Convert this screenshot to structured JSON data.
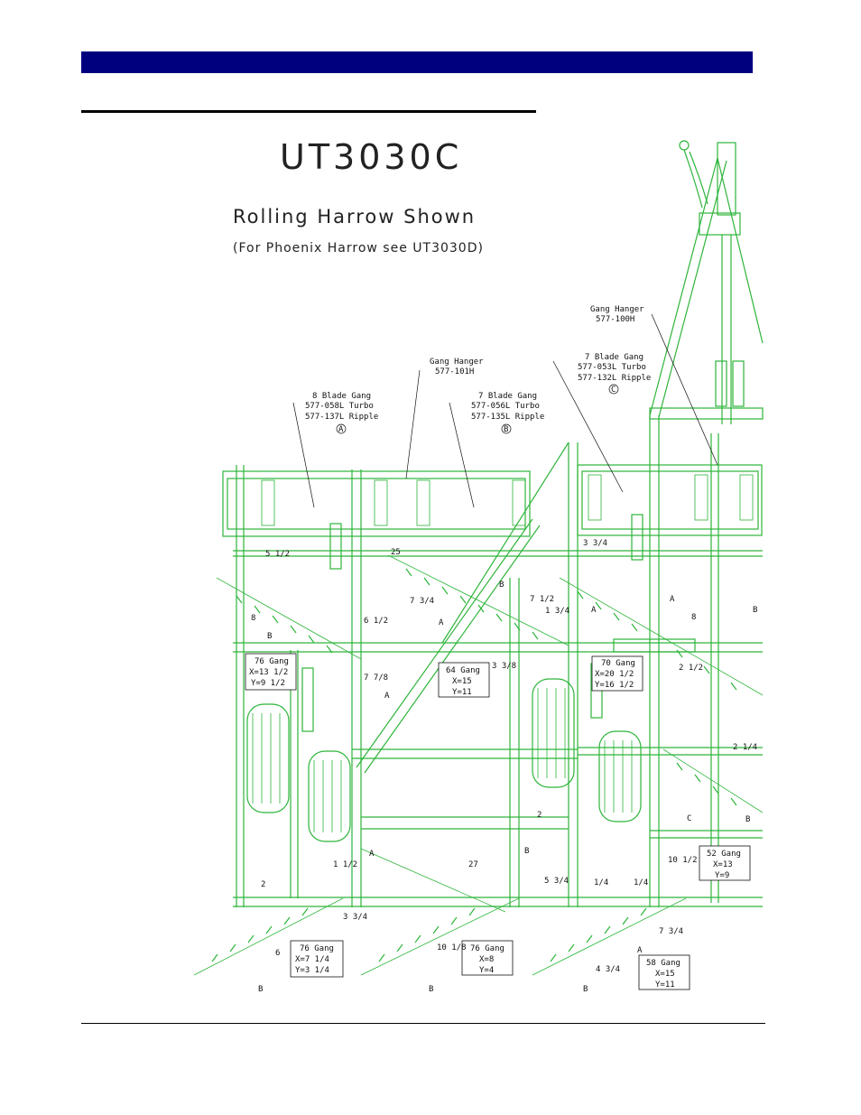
{
  "header": {
    "bar_color": "#00007f"
  },
  "drawing": {
    "model": "UT3030C",
    "subtitle": "Rolling Harrow Shown",
    "note": "(For Phoenix Harrow see UT3030D)",
    "line_color": "#2db53a",
    "callouts": {
      "gang_hanger_right": {
        "line1": "Gang Hanger",
        "line2": "577-100H"
      },
      "gang_hanger_mid": {
        "line1": "Gang Hanger",
        "line2": "577-101H"
      },
      "gang_a": {
        "line1": "8 Blade Gang",
        "line2": "577-058L Turbo",
        "line3": "577-137L Ripple",
        "marker": "A"
      },
      "gang_b": {
        "line1": "7 Blade Gang",
        "line2": "577-056L Turbo",
        "line3": "577-135L Ripple",
        "marker": "B"
      },
      "gang_c": {
        "line1": "7 Blade Gang",
        "line2": "577-053L Turbo",
        "line3": "577-132L Ripple",
        "marker": "C"
      }
    },
    "gang_boxes": [
      {
        "title": "76 Gang",
        "x": "X=13 1/2",
        "y": "Y=9 1/2"
      },
      {
        "title": "64 Gang",
        "x": "X=15",
        "y": "Y=11"
      },
      {
        "title": "70 Gang",
        "x": "X=20 1/2",
        "y": "Y=16 1/2"
      },
      {
        "title": "52 Gang",
        "x": "X=13",
        "y": "Y=9"
      },
      {
        "title": "76 Gang",
        "x": "X=7 1/4",
        "y": "Y=3 1/4"
      },
      {
        "title": "76 Gang",
        "x": "X=8",
        "y": "Y=4"
      },
      {
        "title": "58 Gang",
        "x": "X=15",
        "y": "Y=11"
      }
    ],
    "dimensions": {
      "d1": "5 1/2",
      "d2": "25",
      "d3": "3 3/4",
      "d4": "7 3/4",
      "d5": "6 1/2",
      "d6": "7 1/2",
      "d7": "1 3/4",
      "d8": "8",
      "d9": "8",
      "d10": "7 7/8",
      "d11": "3 3/8",
      "d12": "2 1/2",
      "d13": "2 1/4",
      "d14": "2",
      "d15": "27",
      "d16": "1 1/2",
      "d17": "5 3/4",
      "d18": "10 1/2",
      "d19": "2",
      "d20": "1/4",
      "d21": "1/4",
      "d22": "3 3/4",
      "d23": "6",
      "d24": "10 1/8",
      "d25": "7 3/4",
      "d26": "4 3/4"
    },
    "letters": {
      "a": "A",
      "b": "B",
      "c": "C"
    }
  }
}
